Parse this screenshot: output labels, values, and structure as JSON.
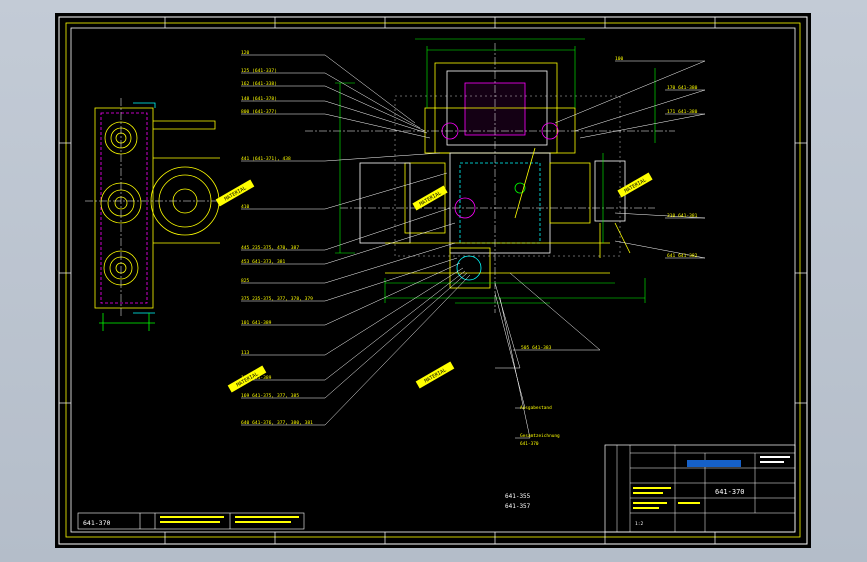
{
  "colors": {
    "background": "#000000",
    "frame": "#ffffff",
    "outline": "#ffff00",
    "hidden": "#00ffff",
    "section": "#ff00ff",
    "dimension": "#00ff00",
    "stamp": "#ffff00",
    "viewport": "#b9c1cc"
  },
  "drawing": {
    "number": "641-370",
    "title_block_number": "641-370",
    "reference_lines": [
      "641-355",
      "641-357"
    ],
    "scale": "1:2"
  },
  "callouts_left": [
    {
      "text": "120",
      "sub": ""
    },
    {
      "text": "125 (641-337)",
      "sub": ""
    },
    {
      "text": "162 (641-338)",
      "sub": ""
    },
    {
      "text": "148 (641-378)",
      "sub": ""
    },
    {
      "text": "800 (641-377)",
      "sub": ""
    },
    {
      "text": "441 (641-371), 438",
      "sub": ""
    },
    {
      "text": "410",
      "sub": ""
    },
    {
      "text": "445 235-375, 470, 387",
      "sub": ""
    },
    {
      "text": "453 641-373, 381",
      "sub": ""
    },
    {
      "text": "825",
      "sub": ""
    },
    {
      "text": "375 235-375, 377, 378, 379",
      "sub": ""
    },
    {
      "text": "101 641-389",
      "sub": ""
    },
    {
      "text": "113",
      "sub": ""
    },
    {
      "text": "116 641-389",
      "sub": ""
    },
    {
      "text": "169 641-375, 377, 385",
      "sub": ""
    },
    {
      "text": "640 641-376, 377, 380, 381",
      "sub": ""
    }
  ],
  "callouts_right": [
    {
      "text": "100",
      "sub": ""
    },
    {
      "text": "170 641-380",
      "sub": ""
    },
    {
      "text": "171 641-380",
      "sub": ""
    },
    {
      "text": "310 641-381",
      "sub": ""
    },
    {
      "text": "641 641-382",
      "sub": ""
    },
    {
      "text": "505 641-383",
      "sub": ""
    }
  ],
  "notes": {
    "ref_heading": "Ausgabestand",
    "order_title": "Gesamtzeichnung",
    "order_lines": [
      "641-370"
    ]
  },
  "stamps": [
    "MATERIAL",
    "MATERIAL",
    "MATERIAL",
    "MATERIAL",
    "MATERIAL"
  ]
}
